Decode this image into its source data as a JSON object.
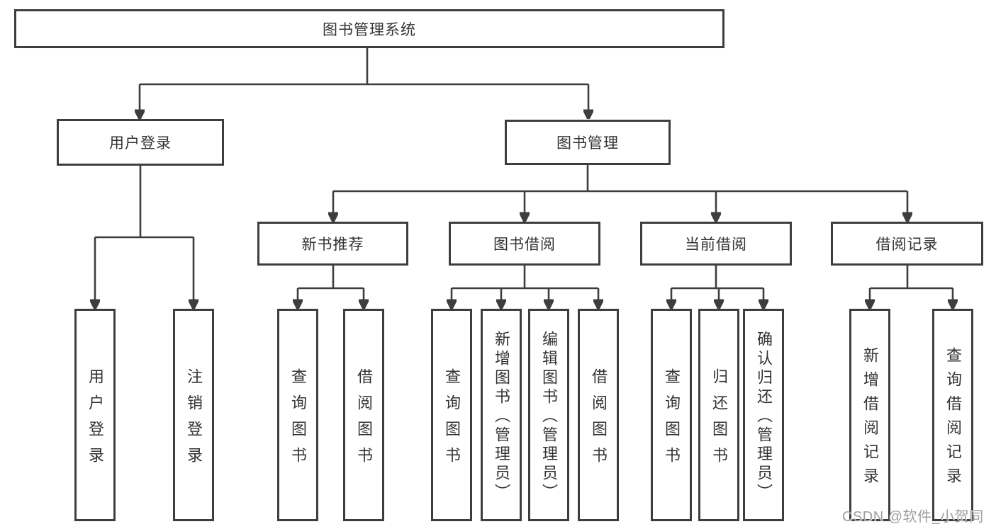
{
  "diagram": {
    "root": {
      "label": "图书管理系统"
    },
    "branches": [
      {
        "label": "用户登录",
        "children": [
          {
            "label": "用户登录"
          },
          {
            "label": "注销登录"
          }
        ]
      },
      {
        "label": "图书管理",
        "children": [
          {
            "label": "新书推荐",
            "children": [
              {
                "label": "查询图书"
              },
              {
                "label": "借阅图书"
              }
            ]
          },
          {
            "label": "图书借阅",
            "children": [
              {
                "label": "查询图书"
              },
              {
                "label": "新增图书（管理员）"
              },
              {
                "label": "编辑图书（管理员）"
              },
              {
                "label": "借阅图书"
              }
            ]
          },
          {
            "label": "当前借阅",
            "children": [
              {
                "label": "查询图书"
              },
              {
                "label": "归还图书"
              },
              {
                "label": "确认归还（管理员）"
              }
            ]
          },
          {
            "label": "借阅记录",
            "children": [
              {
                "label": "新增借阅记录"
              },
              {
                "label": "查询借阅记录"
              }
            ]
          }
        ]
      }
    ]
  },
  "watermark": {
    "text": "CSDN @软件_小贺同学"
  },
  "colors": {
    "line": "#3e3e3e",
    "text": "#333333",
    "background": "#ffffff",
    "watermark": "#9e9e9e"
  }
}
